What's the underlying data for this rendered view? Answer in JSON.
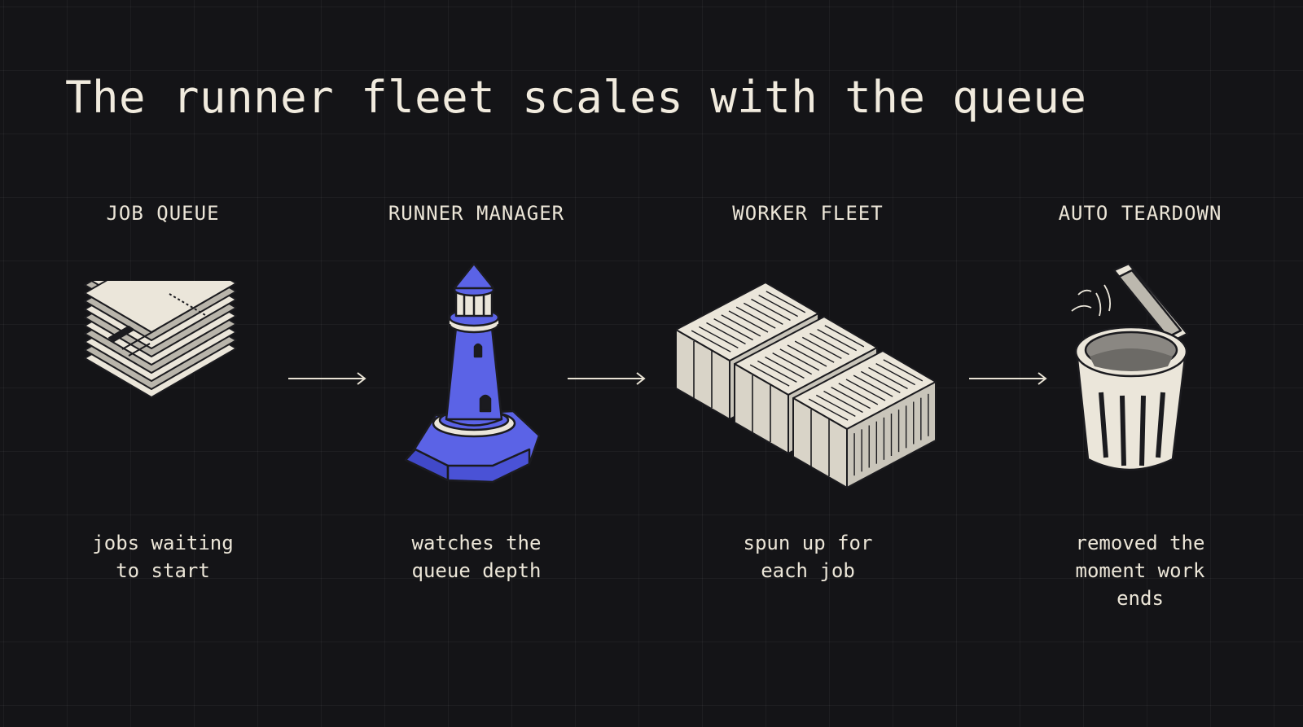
{
  "title": "The runner fleet scales with the queue",
  "stages": [
    {
      "label": "JOB QUEUE",
      "icon": "ticket-stack-icon",
      "caption_lines": [
        "jobs waiting",
        "to start"
      ]
    },
    {
      "label": "RUNNER MANAGER",
      "icon": "lighthouse-icon",
      "caption_lines": [
        "watches the",
        "queue depth"
      ]
    },
    {
      "label": "WORKER FLEET",
      "icon": "shipping-containers-icon",
      "caption_lines": [
        "spun up for",
        "each job"
      ]
    },
    {
      "label": "AUTO TEARDOWN",
      "icon": "trash-bin-icon",
      "caption_lines": [
        "removed the",
        "moment work",
        "ends"
      ]
    }
  ],
  "colors": {
    "background": "#141417",
    "text": "#efe9dc",
    "accent": "#5b63e6",
    "ink": "#1b1b1f",
    "paper": "#ebe6da"
  }
}
